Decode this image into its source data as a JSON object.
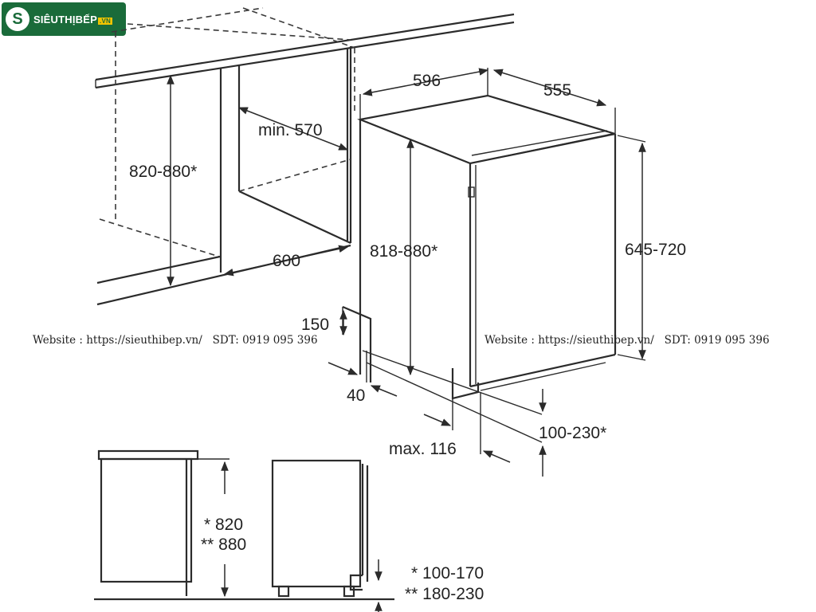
{
  "brand": {
    "name": "SIÊUTHỊBẾP",
    "suffix": ".VN",
    "mark": "S"
  },
  "watermarks": [
    "Website : https://sieuthibep.vn/   SDT: 0919 095 396",
    "Website : https://sieuthibep.vn/   SDT: 0919 095 396"
  ],
  "dimensions": {
    "width": "596",
    "depth": "555",
    "niche_depth": "min. 570",
    "niche_height": "820-880*",
    "niche_width": "600",
    "appliance_height": "818-880*",
    "door_height": "645-720",
    "plinth_cutout": "150",
    "side_gap": "40",
    "max_offset": "max. 116",
    "plinth_height": "100-230*",
    "side_height_a": "* 820",
    "side_height_b": "** 880",
    "plinth_a": "* 100-170",
    "plinth_b": "** 180-230"
  },
  "colors": {
    "brand_green": "#1a6b3a",
    "brand_yellow": "#f2c400",
    "line": "#2b2b2b"
  }
}
